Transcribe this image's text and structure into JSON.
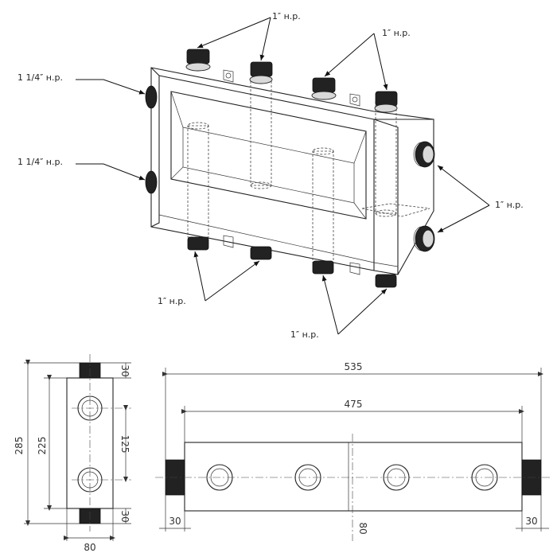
{
  "labels": {
    "top_1": "1″ н.р.",
    "top_2": "1″ н.р.",
    "left_top": "1 1/4″ н.р.",
    "left_bottom": "1 1/4″ н.р.",
    "right": "1″ н.р.",
    "bottom_left": "1″ н.р.",
    "bottom_right": "1″ н.р."
  },
  "dimensions": {
    "overall_length": "535",
    "inner_length": "475",
    "height_total": "285",
    "height_inner": "225",
    "nozzle_spacing": "125",
    "top_offset": "30",
    "bottom_offset": "30",
    "width": "80",
    "left_stub": "30",
    "right_stub": "30",
    "depth": "80"
  }
}
